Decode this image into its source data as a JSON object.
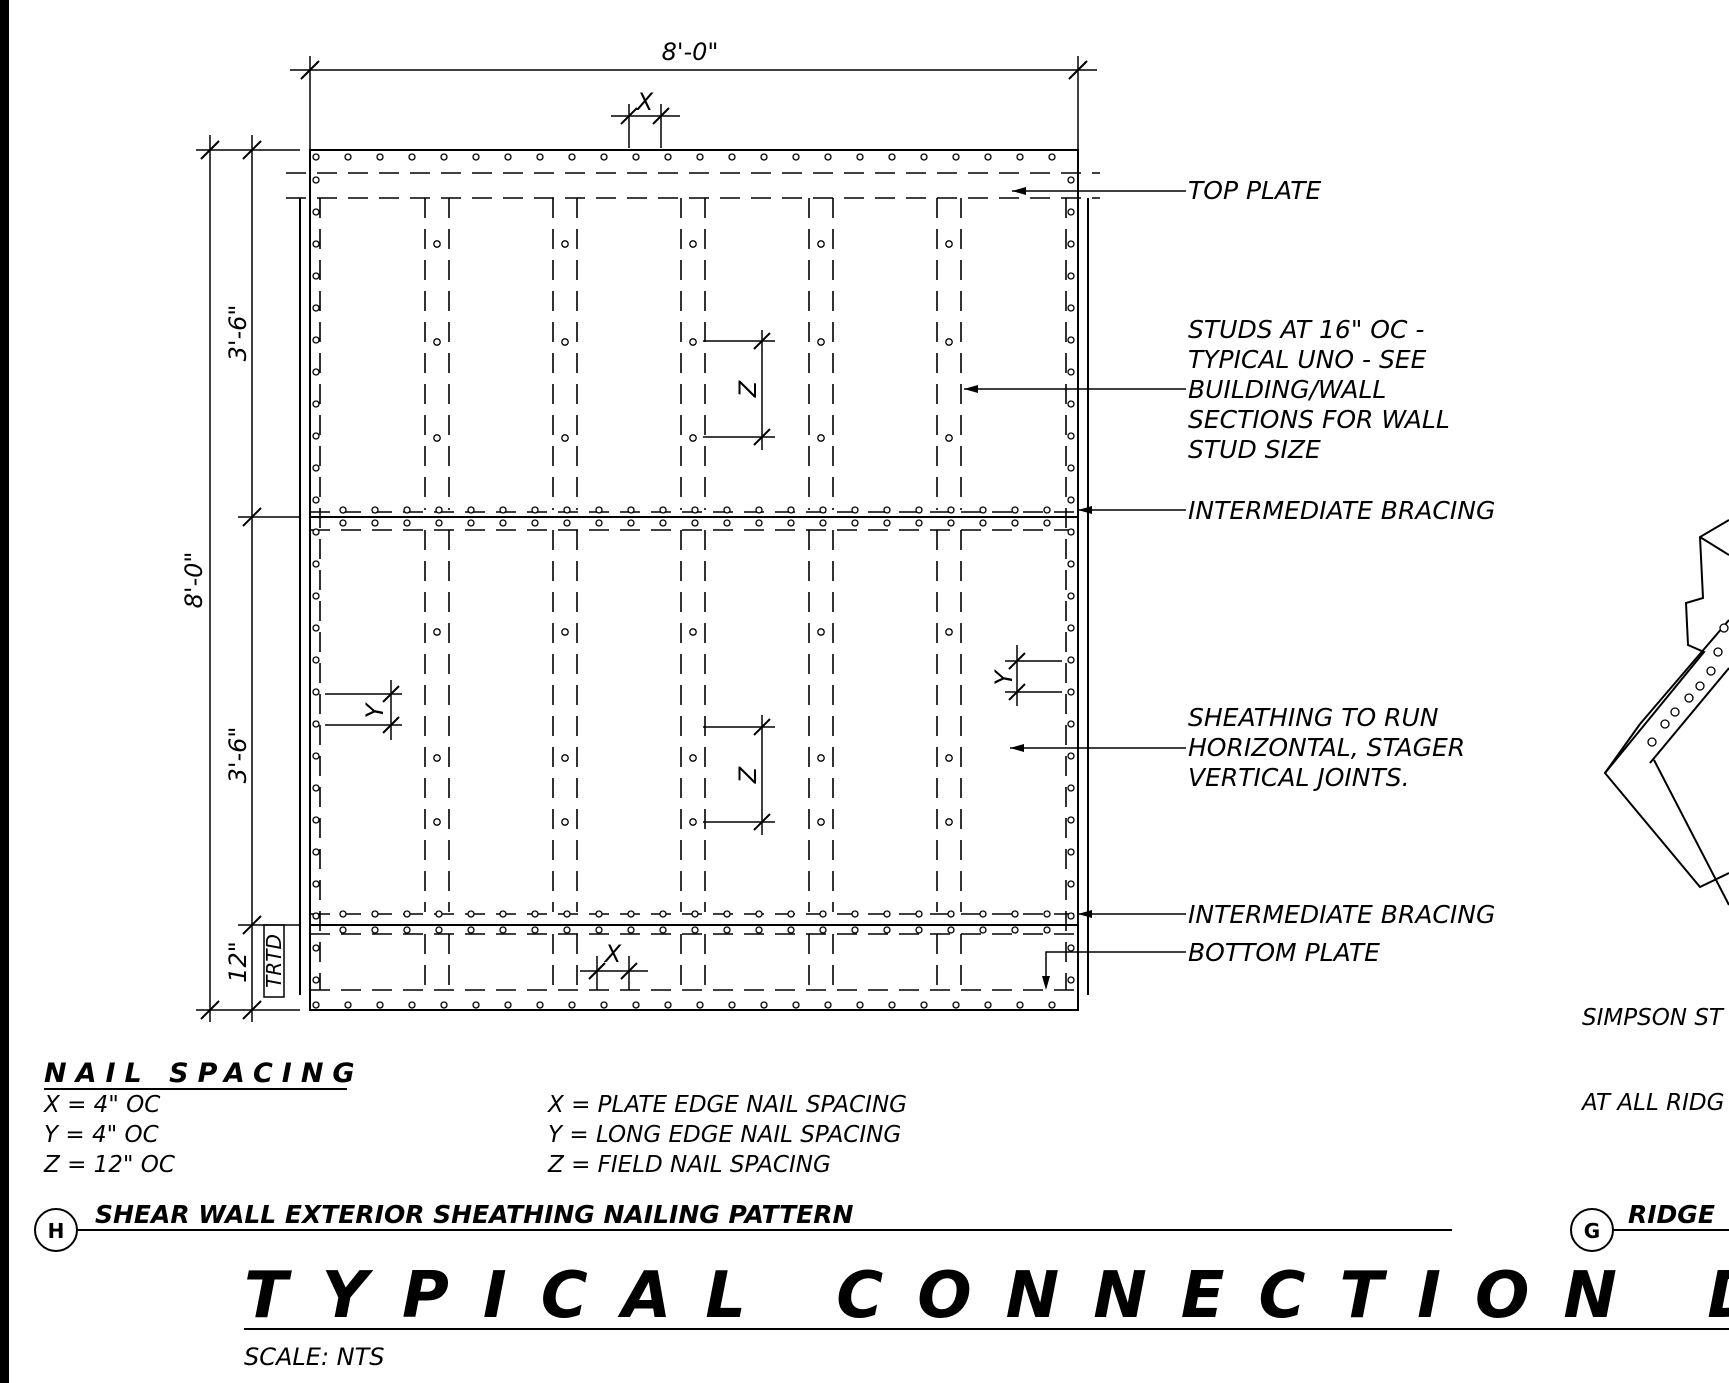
{
  "dimensions": {
    "overall_width": "8'-0\"",
    "overall_height": "8'-0\"",
    "upper_panel": "3'-6\"",
    "lower_panel": "3'-6\"",
    "bottom": "12\"",
    "treated": "TRTD"
  },
  "spacing_marks": {
    "x": "X",
    "y": "Y",
    "z": "Z"
  },
  "callouts": {
    "top_plate": "TOP PLATE",
    "studs": [
      "STUDS AT 16\" OC -",
      "TYPICAL  UNO - SEE",
      "BUILDING/WALL",
      "SECTIONS FOR WALL",
      "STUD SIZE"
    ],
    "bracing_upper": "INTERMEDIATE BRACING",
    "sheathing": [
      "SHEATHING TO RUN",
      "HORIZONTAL, STAGER",
      "VERTICAL JOINTS."
    ],
    "bracing_lower": "INTERMEDIATE BRACING",
    "bottom_plate": "BOTTOM PLATE"
  },
  "nail_spacing": {
    "heading": "NAIL SPACING",
    "values": [
      "X = 4\" OC",
      "Y = 4\" OC",
      "Z = 12\" OC"
    ],
    "legend": [
      "X = PLATE EDGE NAIL SPACING",
      "Y = LONG EDGE NAIL SPACING",
      "Z = FIELD NAIL SPACING"
    ]
  },
  "detail_h": {
    "marker": "H",
    "title": "SHEAR WALL EXTERIOR SHEATHING NAILING PATTERN"
  },
  "detail_g": {
    "marker": "G",
    "title": "RIDGE",
    "note_line_1": "SIMPSON ST",
    "note_line_2": "AT ALL RIDG"
  },
  "sheet": {
    "title": "TYPICAL CONNECTION DETAILS",
    "scale": "SCALE:   NTS"
  }
}
